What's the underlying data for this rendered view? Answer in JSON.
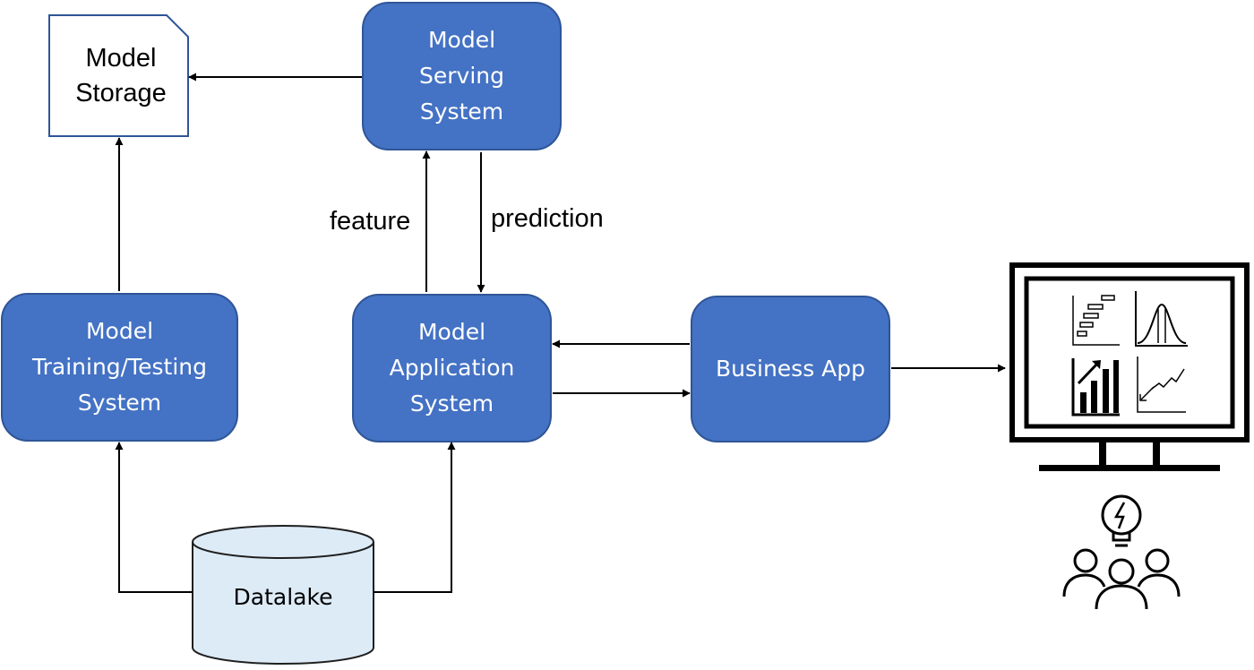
{
  "nodes": {
    "model_storage": {
      "line1": "Model",
      "line2": "Storage"
    },
    "model_serving": {
      "line1": "Model",
      "line2": "Serving",
      "line3": "System"
    },
    "model_training": {
      "line1": "Model",
      "line2": "Training/Testing",
      "line3": "System"
    },
    "model_application": {
      "line1": "Model",
      "line2": "Application",
      "line3": "System"
    },
    "business_app": {
      "label": "Business App"
    },
    "datalake": {
      "label": "Datalake"
    }
  },
  "edge_labels": {
    "feature": "feature",
    "prediction": "prediction"
  },
  "icons": {
    "monitor": "monitor-dashboard-icon",
    "users": "users-lightbulb-icon"
  },
  "colors": {
    "box_fill": "#4472c4",
    "box_border": "#2f5597",
    "box_text": "#ffffff",
    "line": "#000000",
    "datalake_fill": "#ddebf7"
  }
}
